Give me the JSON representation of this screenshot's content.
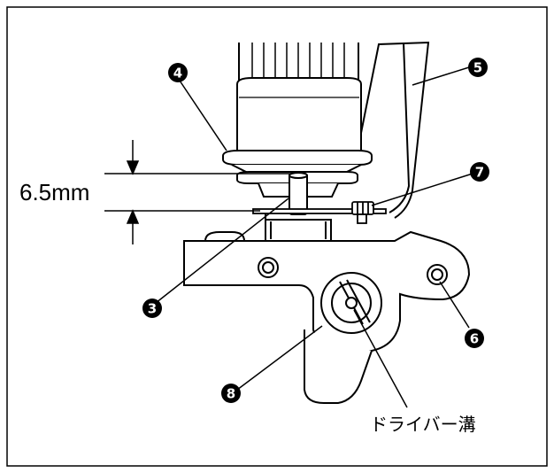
{
  "dimension": {
    "label": "6.5mm"
  },
  "callouts": [
    {
      "id": "callout-3",
      "number": "3"
    },
    {
      "id": "callout-4",
      "number": "4"
    },
    {
      "id": "callout-5",
      "number": "5"
    },
    {
      "id": "callout-6",
      "number": "6"
    },
    {
      "id": "callout-7",
      "number": "7"
    },
    {
      "id": "callout-8",
      "number": "8"
    }
  ],
  "slot_label": "ドライバー溝",
  "colors": {
    "line": "#000000",
    "background": "#ffffff",
    "badge": "#000000"
  }
}
